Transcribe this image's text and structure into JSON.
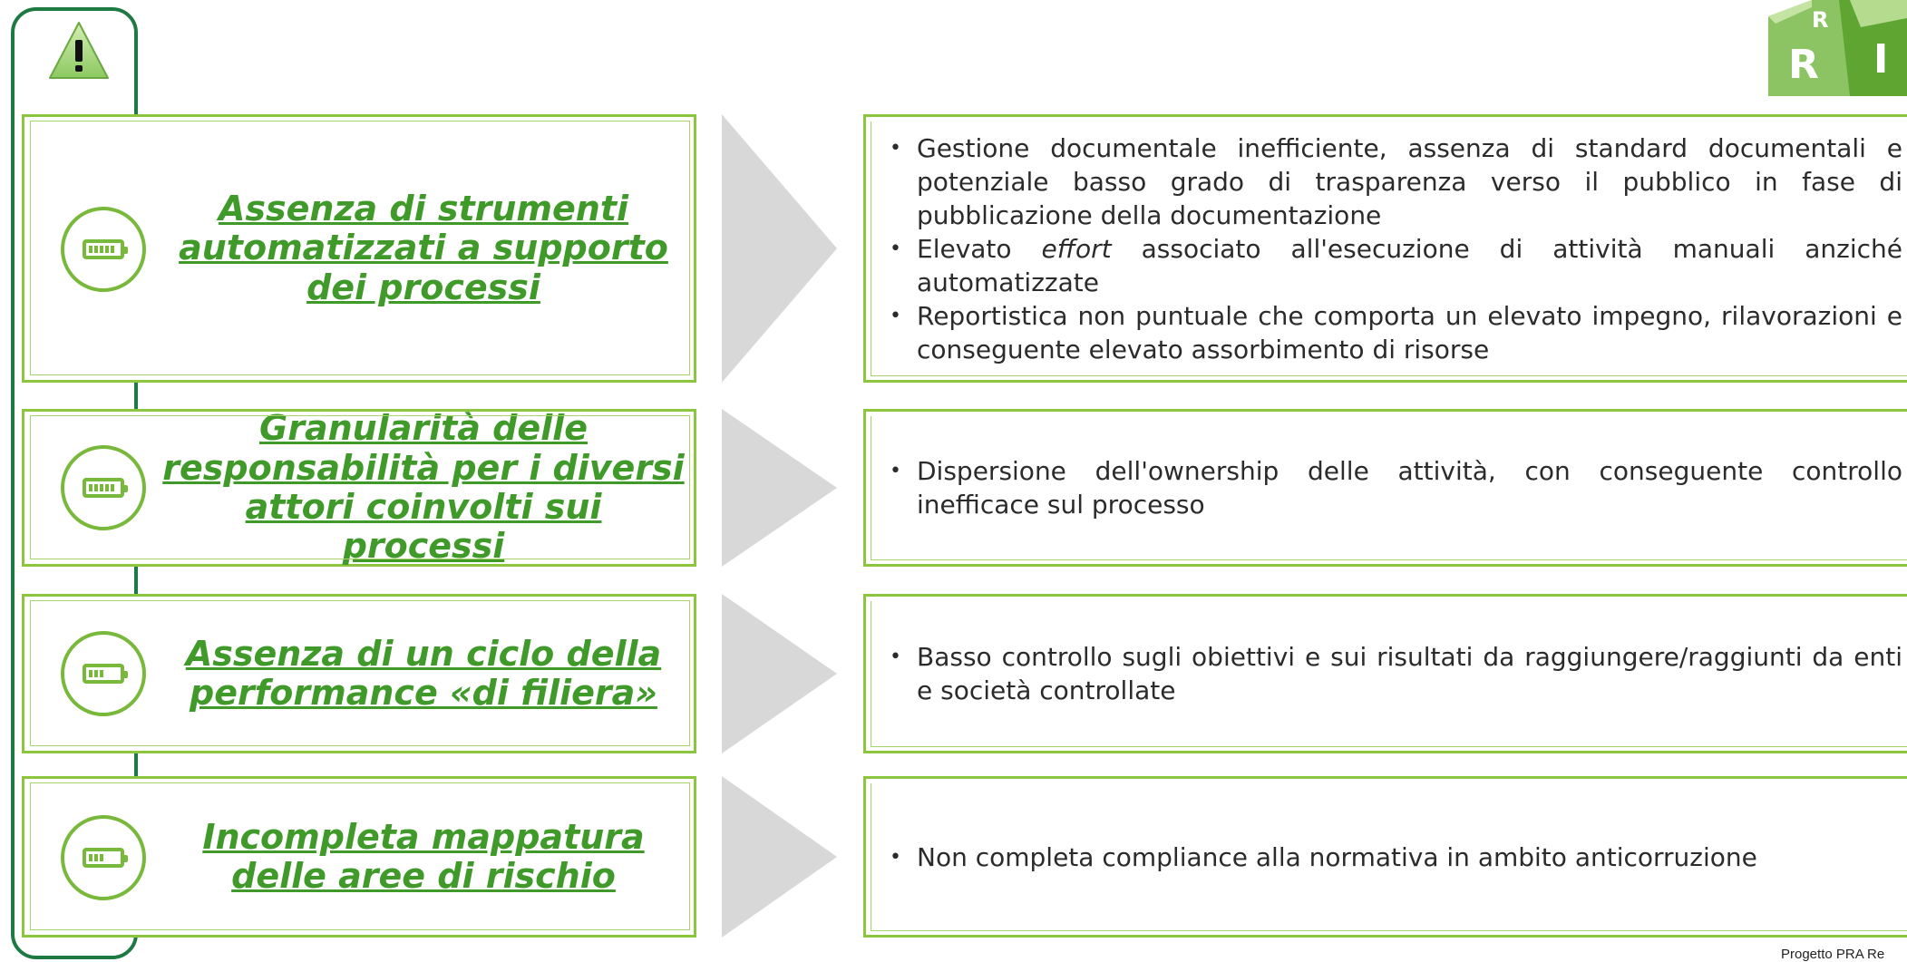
{
  "colors": {
    "frame": "#1e7a43",
    "accent": "#3f9a2a",
    "border": "#8cc63f",
    "chevron": "#d8d8d8"
  },
  "rows": [
    {
      "title": "Assenza di strumenti automatizzati a supporto dei processi",
      "battery_icon": "battery-full-icon",
      "battery_cells": 5,
      "issues": [
        {
          "text": "Gestione documentale inefficiente, assenza di standard documentali e potenziale basso grado di trasparenza verso il pubblico in fase di pubblicazione della documentazione"
        },
        {
          "pre": "Elevato ",
          "emph": "effort",
          "post": " associato all'esecuzione di attività manuali anziché automatizzate"
        },
        {
          "text": "Reportistica non puntuale che comporta un elevato impegno, rilavorazioni e conseguente elevato assorbimento di risorse"
        }
      ]
    },
    {
      "title": "Granularità delle responsabilità per i diversi attori coinvolti sui processi",
      "battery_icon": "battery-full-icon",
      "battery_cells": 5,
      "issues": [
        {
          "text": "Dispersione dell'ownership delle attività, con conseguente controllo inefficace sul processo"
        }
      ]
    },
    {
      "title": "Assenza di un ciclo della performance «di filiera»",
      "battery_icon": "battery-medium-icon",
      "battery_cells": 3,
      "issues": [
        {
          "text": "Basso controllo sugli obiettivi e sui risultati da raggiungere/raggiunti da enti e società controllate"
        }
      ]
    },
    {
      "title": "Incompleta mappatura delle aree di rischio",
      "battery_icon": "battery-medium-icon",
      "battery_cells": 3,
      "issues": [
        {
          "text": "Non completa compliance alla normativa in ambito anticorruzione"
        }
      ]
    }
  ],
  "footer": {
    "text": "Progetto PRA Re"
  }
}
